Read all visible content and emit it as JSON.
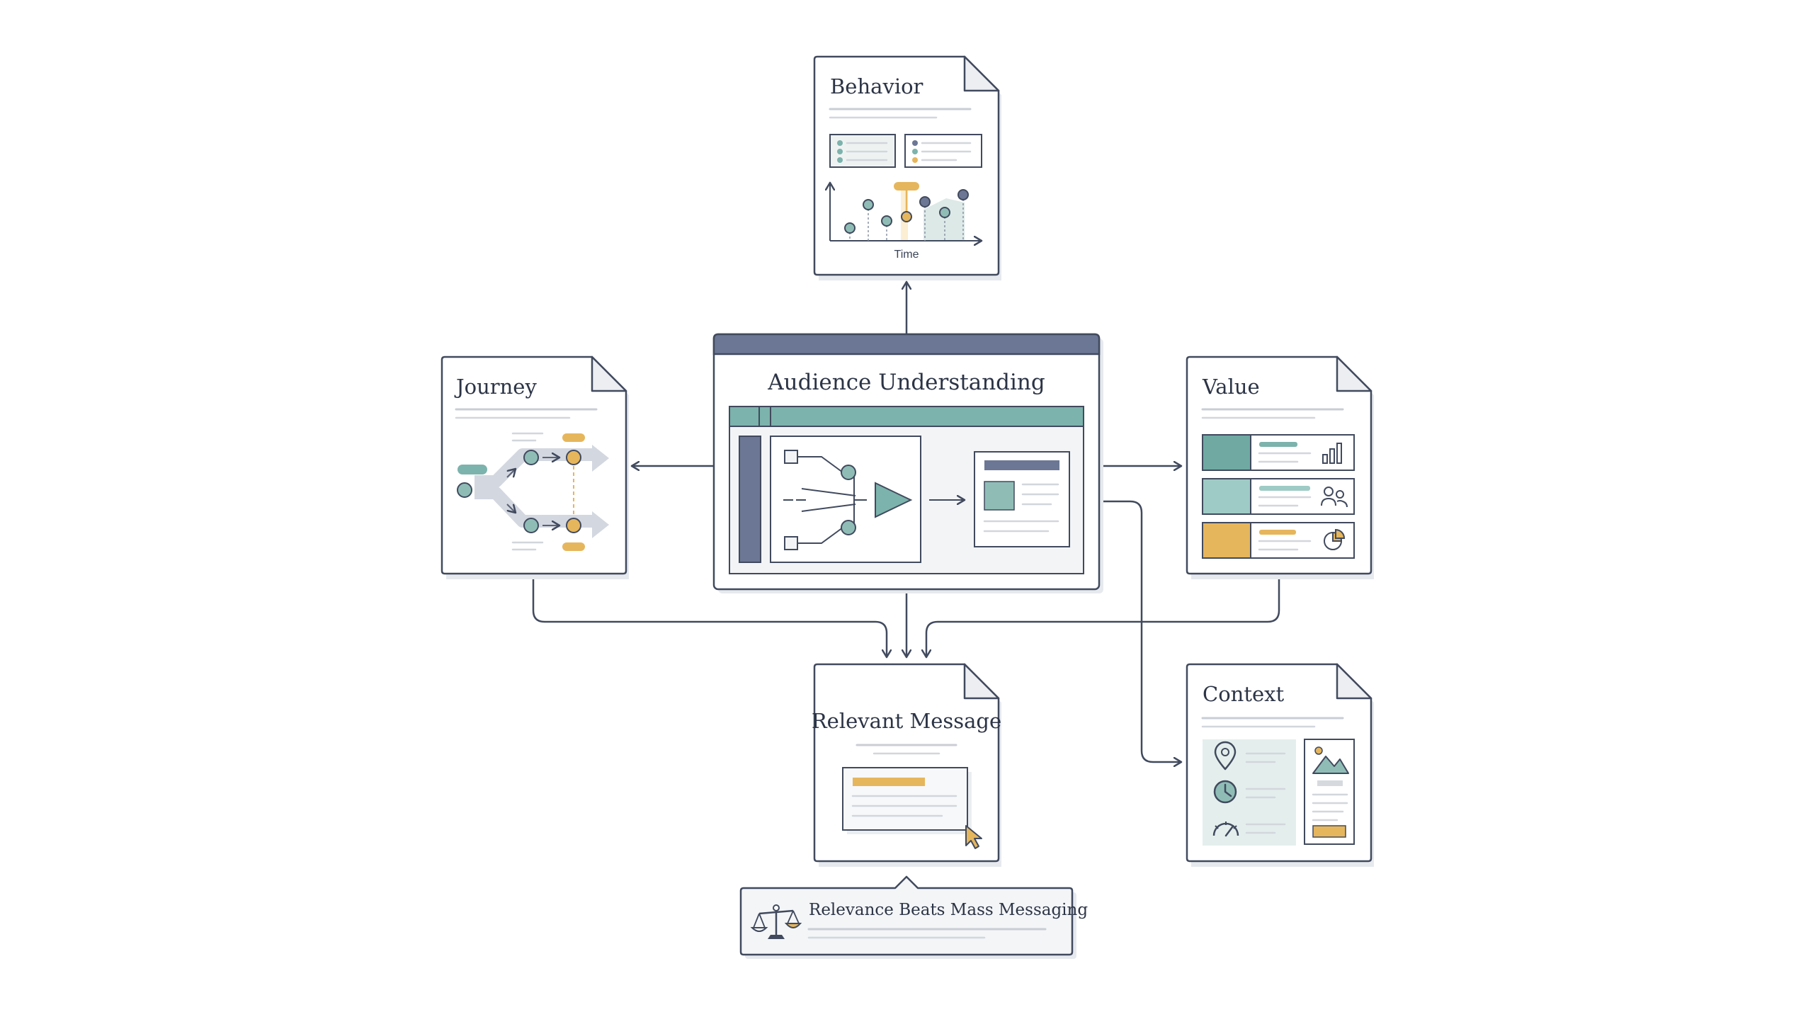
{
  "center": {
    "title": "Audience Understanding"
  },
  "behavior": {
    "title": "Behavior",
    "axis_label": "Time"
  },
  "journey": {
    "title": "Journey"
  },
  "value": {
    "title": "Value"
  },
  "relevant": {
    "title": "Relevant Message"
  },
  "context": {
    "title": "Context"
  },
  "callout": {
    "text": "Relevance Beats Mass Messaging"
  },
  "icons": {
    "balance": "balance-scale-icon",
    "bar_chart": "bar-chart-icon",
    "users": "users-icon",
    "pie": "pie-chart-icon",
    "pin": "map-pin-icon",
    "clock": "clock-icon",
    "gauge": "gauge-icon",
    "image": "image-icon",
    "cursor": "cursor-icon"
  },
  "colors": {
    "ink": "#414a5e",
    "teal": "#6fa9a2",
    "teal_light": "#9ecbc5",
    "gold": "#e6b65c",
    "slate": "#6b7794",
    "paper": "#ffffff"
  }
}
